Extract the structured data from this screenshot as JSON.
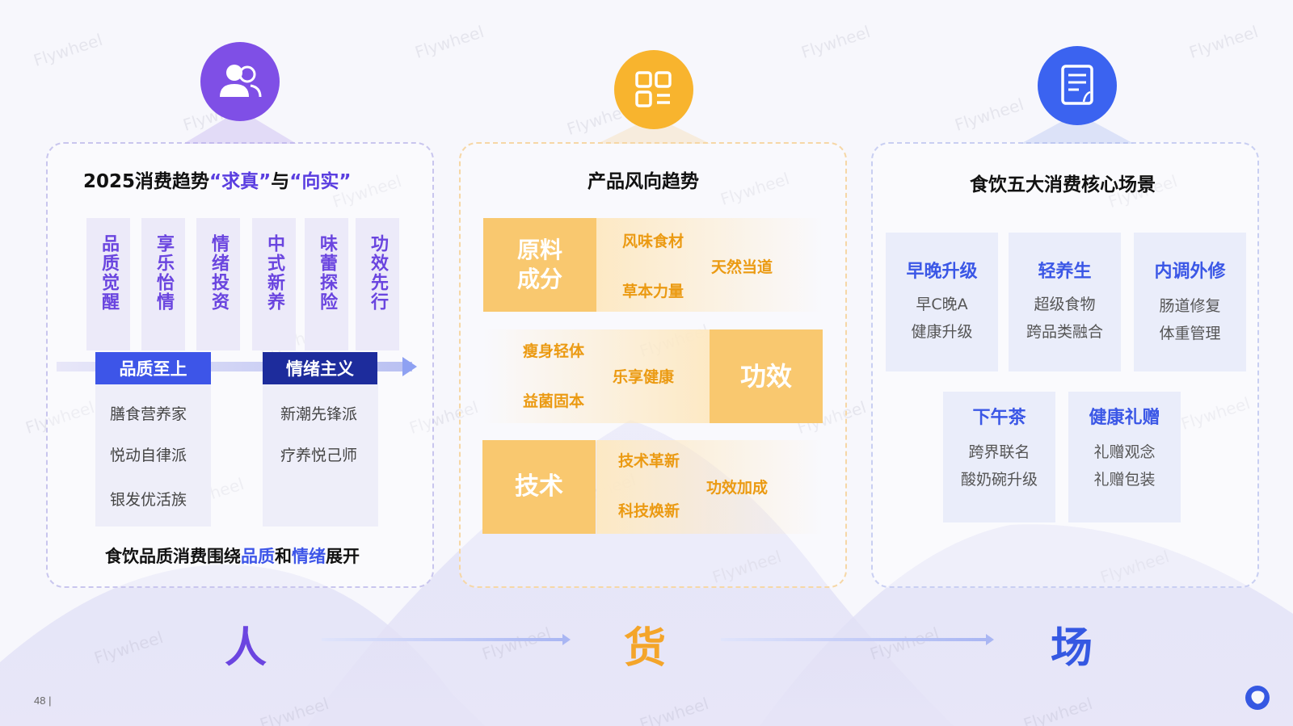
{
  "panel_people": {
    "title_prefix": "2025消费趋势",
    "title_quote1": "“求真”",
    "title_mid": "与",
    "title_quote2": "“向实”",
    "columns": [
      "品质觉醒",
      "享乐怡情",
      "情绪投资",
      "中式新养",
      "味蕾探险",
      "功效先行"
    ],
    "tag_quality": "品质至上",
    "tag_emotion": "情绪主义",
    "quality_items": [
      "膳食营养家",
      "悦动自律派",
      "银发优活族"
    ],
    "emotion_items": [
      "新潮先锋派",
      "疗养悦己师"
    ],
    "summary_prefix": "食饮品质消费围绕",
    "summary_hl1": "品质",
    "summary_mid": "和",
    "summary_hl2": "情绪",
    "summary_suffix": "展开"
  },
  "panel_goods": {
    "title": "产品风向趋势",
    "row1": {
      "block": "原料\n成分",
      "items": [
        "风味食材",
        "草本力量"
      ],
      "result": "天然当道"
    },
    "row2": {
      "block": "功效",
      "items": [
        "瘦身轻体",
        "益菌固本"
      ],
      "result": "乐享健康"
    },
    "row3": {
      "block": "技术",
      "items": [
        "技术革新",
        "科技焕新"
      ],
      "result": "功效加成"
    }
  },
  "panel_scene": {
    "title": "食饮五大消费核心场景",
    "cards": [
      {
        "title": "早晚升级",
        "lines": [
          "早C晚A",
          "健康升级"
        ]
      },
      {
        "title": "轻养生",
        "lines": [
          "超级食物",
          "跨品类融合"
        ]
      },
      {
        "title": "内调外修",
        "lines": [
          "肠道修复",
          "体重管理"
        ]
      },
      {
        "title": "下午茶",
        "lines": [
          "跨界联名",
          "酸奶碗升级"
        ]
      },
      {
        "title": "健康礼赠",
        "lines": [
          "礼赠观念",
          "礼赠包装"
        ]
      }
    ]
  },
  "bottom": {
    "people": "人",
    "goods": "货",
    "scene": "场"
  },
  "colors": {
    "purple": "#7f4fe6",
    "orange": "#f8b42e",
    "blue": "#3b63f0"
  },
  "icons": [
    "users-icon",
    "grid-icon",
    "document-icon"
  ],
  "watermark": "Flywheel",
  "page_number": "48"
}
